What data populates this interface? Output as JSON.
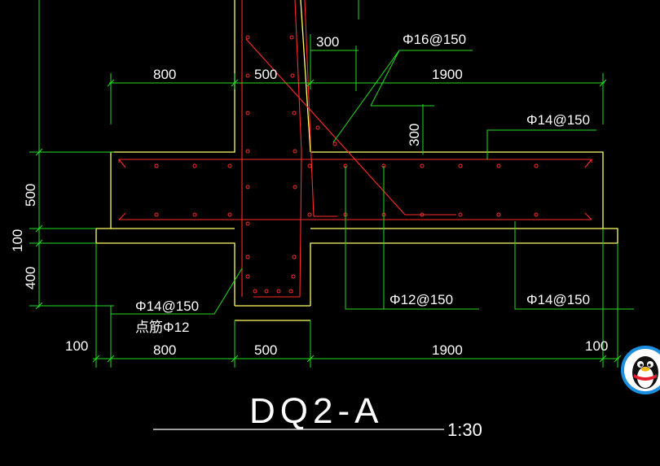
{
  "drawing": {
    "title": "DQ2-A",
    "scale": "1:30",
    "colors": {
      "background": "#000000",
      "outline": "#ffff66",
      "rebar": "#ff2a2a",
      "dimension": "#22dd22",
      "text": "#ffffff"
    },
    "dimensions": {
      "top": {
        "left_width": "800",
        "wall_width": "500",
        "right_width": "1900",
        "haunch_width": "300"
      },
      "bottom": {
        "left_edge": "100",
        "left_width": "800",
        "wall_width": "500",
        "right_width": "1900",
        "right_edge": "100"
      },
      "left": {
        "slab_thickness": "500",
        "cushion": "100",
        "extension": "400"
      },
      "haunch_height": "300"
    },
    "rebar_labels": {
      "haunch_bar": "Φ16@150",
      "top_bar": "Φ14@150",
      "bottom_right_bar": "Φ14@150",
      "bottom_mid_bar": "Φ12@150",
      "left_bar": "Φ14@150",
      "left_tie": "点筋Φ12"
    }
  },
  "badge": {
    "icon": "qq-penguin-icon"
  }
}
